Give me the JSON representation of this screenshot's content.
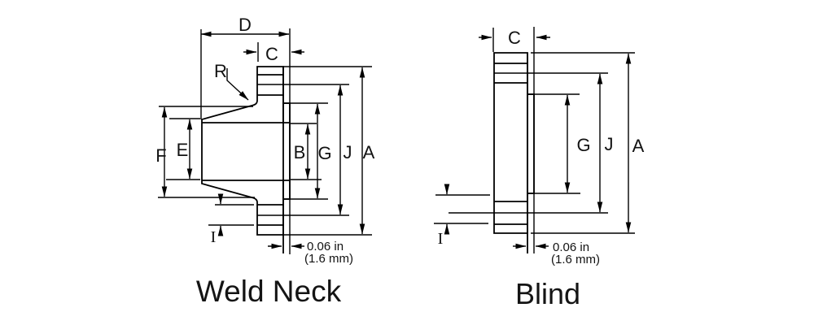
{
  "diagram": {
    "colors": {
      "metal_fill": "#e8e8e4",
      "line": "#000000",
      "text": "#121212"
    },
    "weld_neck": {
      "title": "Weld Neck",
      "labels": {
        "D": "D",
        "C": "C",
        "R": "R",
        "F": "F",
        "E": "E",
        "B": "B",
        "G": "G",
        "J": "J",
        "A": "A",
        "I": "I"
      },
      "raised_face_note": {
        "line1": "0.06 in",
        "line2": "(1.6 mm)"
      }
    },
    "blind": {
      "title": "Blind",
      "labels": {
        "C": "C",
        "G": "G",
        "J": "J",
        "A": "A",
        "I": "I"
      },
      "raised_face_note": {
        "line1": "0.06 in",
        "line2": "(1.6 mm)"
      }
    }
  }
}
